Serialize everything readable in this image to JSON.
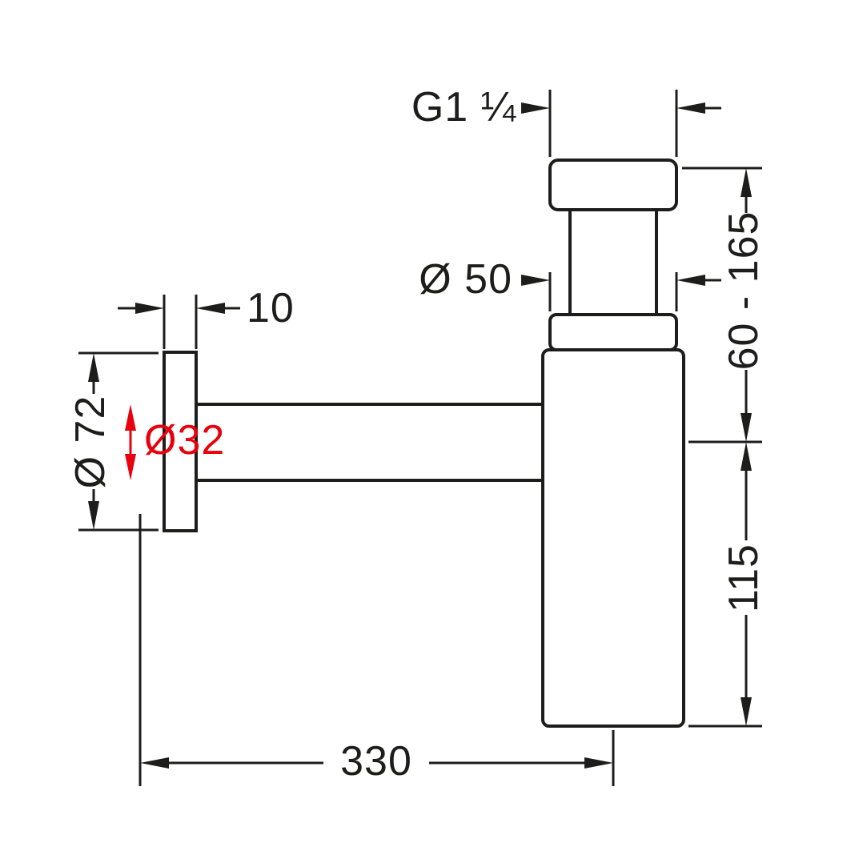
{
  "colors": {
    "line": "#1d1d1b",
    "highlight": "#e8000d",
    "background": "#ffffff"
  },
  "dims": {
    "thread": "G1 ¼",
    "pipe_top": "Ø 50",
    "flange_thickness": "10",
    "flange_diameter": "Ø 72",
    "pipe_inner": "Ø32",
    "height_range": "60 - 165",
    "body_height": "115",
    "wall_offset": "330"
  }
}
